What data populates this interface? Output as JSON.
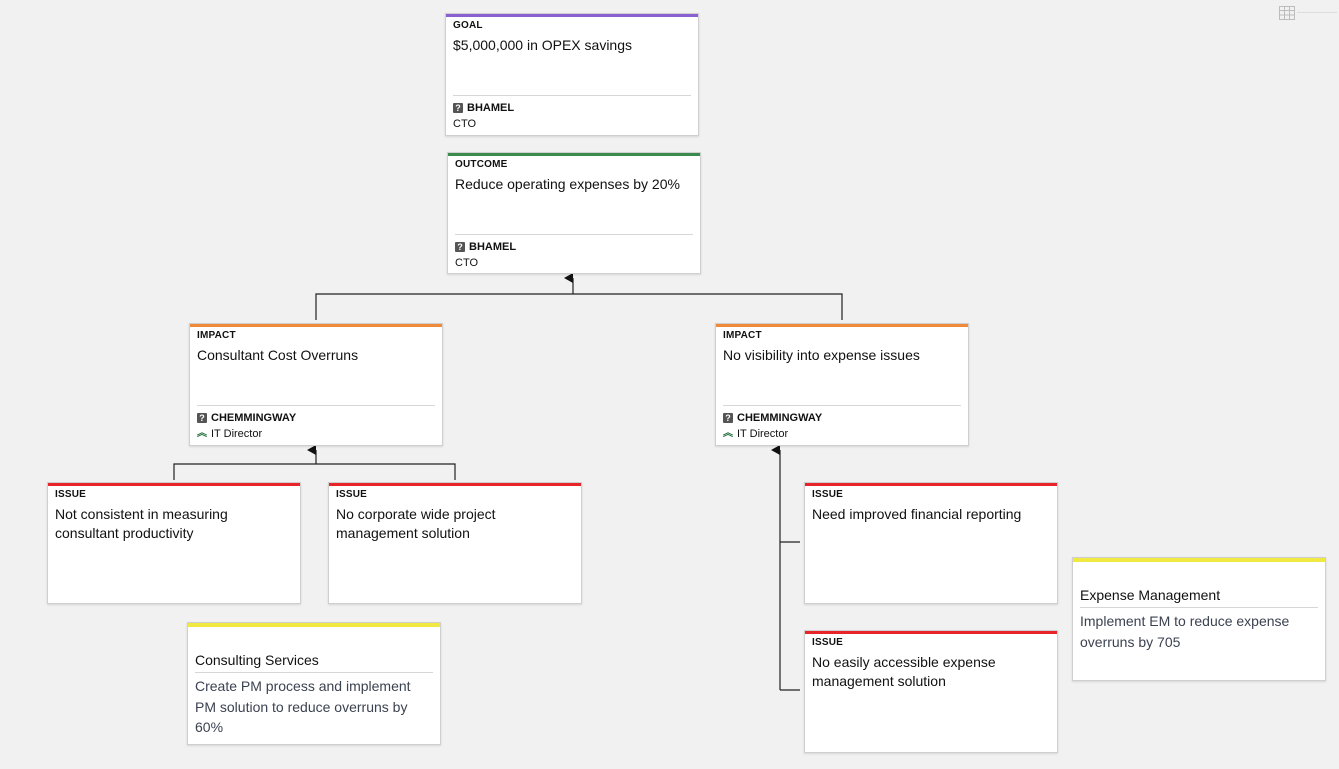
{
  "colors": {
    "goal": "#8a5fd0",
    "outcome": "#3a8a4e",
    "impact": "#ef8a3a",
    "issue": "#e8242b",
    "solution": "#f2e842"
  },
  "toolbar": {
    "icon": "table-grid-icon"
  },
  "goal": {
    "type": "GOAL",
    "title": "$5,000,000 in OPEX savings",
    "owner": "BHAMEL",
    "role": "CTO"
  },
  "outcome": {
    "type": "OUTCOME",
    "title": "Reduce operating expenses by 20%",
    "owner": "BHAMEL",
    "role": "CTO"
  },
  "impacts": [
    {
      "type": "IMPACT",
      "title": "Consultant Cost Overruns",
      "owner": "CHEMMINGWAY",
      "role": "IT Director"
    },
    {
      "type": "IMPACT",
      "title": "No visibility into expense issues",
      "owner": "CHEMMINGWAY",
      "role": "IT Director"
    }
  ],
  "issues": [
    {
      "type": "ISSUE",
      "title": "Not consistent in measuring consultant productivity"
    },
    {
      "type": "ISSUE",
      "title": "No corporate wide project management solution"
    },
    {
      "type": "ISSUE",
      "title": "Need improved financial reporting"
    },
    {
      "type": "ISSUE",
      "title": "No easily accessible expense management solution"
    }
  ],
  "solutions": [
    {
      "title": "Consulting Services",
      "description": "Create PM process and implement PM solution to reduce overruns by 60%"
    },
    {
      "title": "Expense Management",
      "description": "Implement EM to reduce expense overruns by 705"
    }
  ]
}
